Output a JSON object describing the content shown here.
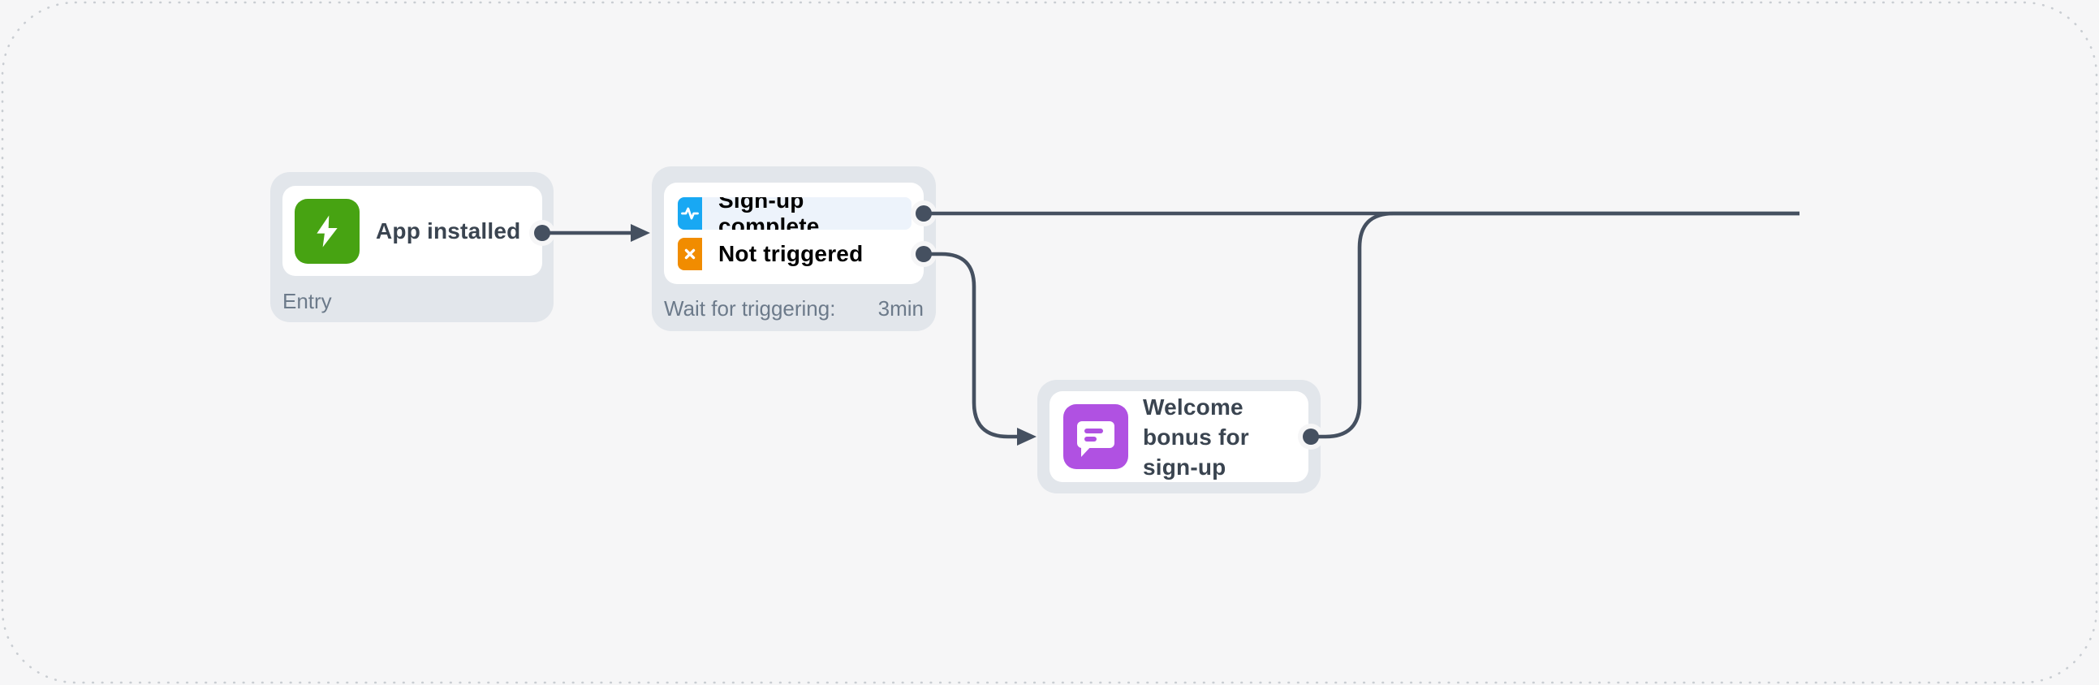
{
  "canvas": {
    "background": "#f6f6f7",
    "border_dot_color": "#c9cdd2",
    "connector_color": "#455060"
  },
  "nodes": {
    "entry": {
      "title": "App installed",
      "footer_label": "Entry",
      "icon": "lightning-icon",
      "icon_color": "#47a312"
    },
    "trigger": {
      "outputs": [
        {
          "label": "Sign-up complete",
          "icon": "pulse-icon",
          "icon_color": "#18a8f3",
          "row_bg": "#edf3fb",
          "text_color": "#3a4450"
        },
        {
          "label": "Not triggered",
          "icon": "x-icon",
          "icon_color": "#f18c00",
          "row_bg": "#fdf1d6",
          "text_color": "#ee8b00"
        }
      ],
      "footer_label": "Wait for triggering:",
      "footer_value": "3min"
    },
    "action": {
      "title": "Welcome bonus for sign-up",
      "icon": "chat-icon",
      "icon_color": "#b051e2"
    }
  }
}
